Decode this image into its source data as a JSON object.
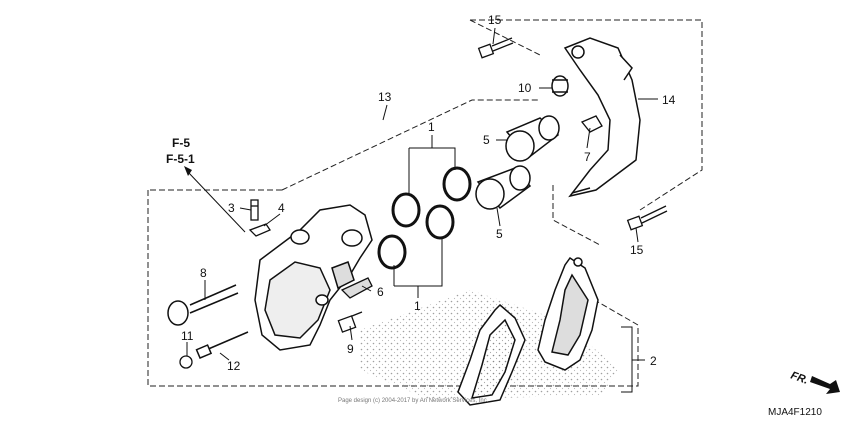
{
  "diagram": {
    "reference": {
      "line1": "F-5",
      "line2": "F-5-1"
    },
    "callouts": {
      "c1_top": "1",
      "c1_bottom": "1",
      "c2": "2",
      "c3": "3",
      "c4": "4",
      "c5_top": "5",
      "c5_bottom": "5",
      "c6": "6",
      "c7": "7",
      "c8": "8",
      "c9": "9",
      "c10": "10",
      "c11": "11",
      "c12": "12",
      "c13": "13",
      "c14": "14",
      "c15_top": "15",
      "c15_bottom": "15"
    },
    "direction_label": "FR.",
    "figure_code": "MJA4F1210",
    "credit": "Page design (c) 2004-2017 by Ari Network Services, Inc."
  }
}
